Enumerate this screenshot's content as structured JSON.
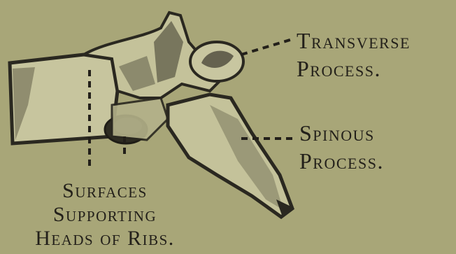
{
  "labels": {
    "transverse": [
      "Transverse",
      "Process."
    ],
    "spinous": [
      "Spinous",
      "Process."
    ],
    "surfaces": [
      "Surfaces",
      "Supporting",
      "Heads of Ribs."
    ]
  },
  "colors": {
    "background": "#a8a678",
    "bone_light": "#c4c29a",
    "bone_dark": "#2a2820",
    "text": "#23201a"
  }
}
